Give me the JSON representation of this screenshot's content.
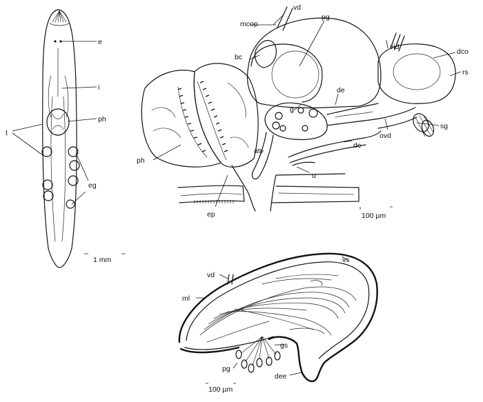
{
  "panel_a": {
    "labels": {
      "e": "e",
      "i": "i",
      "ph": "ph",
      "t": "t",
      "eg": "eg"
    },
    "scale": "1 mm"
  },
  "panel_b": {
    "labels": {
      "vd": "vd",
      "mcop": "mcop",
      "pg": "pg",
      "bc": "bc",
      "vid": "vid",
      "dco": "dco",
      "rs": "rs",
      "g": "g",
      "de": "de",
      "sg": "sg",
      "ovd": "ovd",
      "dc": "dc",
      "atr": "atr",
      "u": "u",
      "ph": "ph",
      "ep": "ep"
    },
    "scale": "100 µm"
  },
  "panel_c": {
    "labels": {
      "vs": "vs",
      "vd": "vd",
      "ml": "ml",
      "gs": "gs",
      "pg": "pg",
      "dee": "dee"
    },
    "scale": "100 µm"
  }
}
